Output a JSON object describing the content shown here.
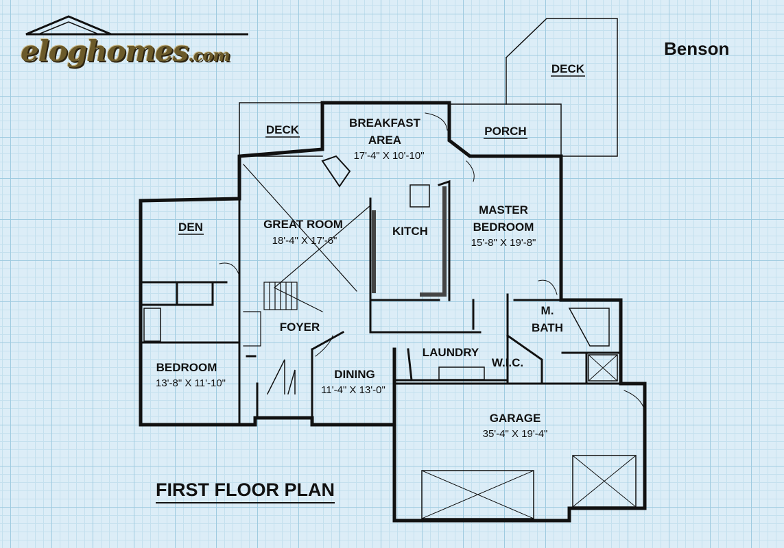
{
  "brand": {
    "name": "eloghomes",
    "tld": ".com"
  },
  "plan_name": "Benson",
  "plan_title": "FIRST FLOOR PLAN",
  "rooms": {
    "deck_top": "DECK",
    "deck_left": "DECK",
    "breakfast_1": "BREAKFAST",
    "breakfast_2": "AREA",
    "breakfast_dim": "17'-4\" X 10'-10\"",
    "porch": "PORCH",
    "den": "DEN",
    "great_room": "GREAT ROOM",
    "great_room_dim": "18'-4\" X 17'-6\"",
    "kitchen": "KITCH",
    "master_1": "MASTER",
    "master_2": "BEDROOM",
    "master_dim": "15'-8\" X 19'-8\"",
    "foyer": "FOYER",
    "mbath_1": "M.",
    "mbath_2": "BATH",
    "bedroom": "BEDROOM",
    "bedroom_dim": "13'-8\" X 11'-10\"",
    "laundry": "LAUNDRY",
    "wic": "W.I.C.",
    "dining": "DINING",
    "dining_dim": "11'-4\" X 13'-0\"",
    "garage": "GARAGE",
    "garage_dim": "35'-4\" X 19'-4\""
  }
}
